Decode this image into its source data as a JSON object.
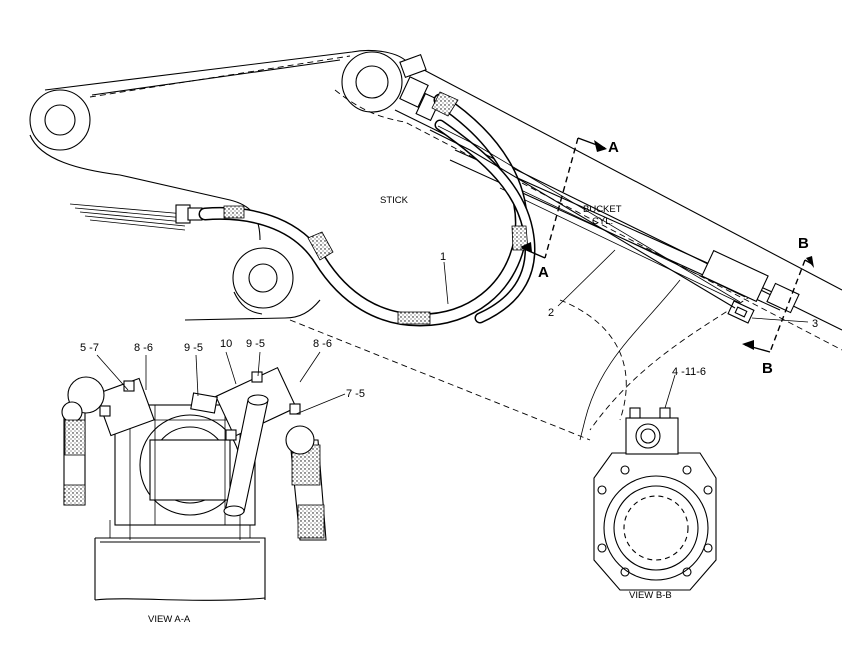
{
  "labels": {
    "stick": "STICK",
    "bucket_cyl_line1": "BUCKET",
    "bucket_cyl_line2": "CYL.",
    "section_a_top": "A",
    "section_a_bottom": "A",
    "section_b_top": "B",
    "section_b_bottom": "B",
    "callout_1": "1",
    "callout_2": "2",
    "callout_3": "3",
    "callout_5_7": "5 -7",
    "callout_8_6_left": "8 -6",
    "callout_9_5_left": "9 -5",
    "callout_10": "10",
    "callout_9_5_right": "9 -5",
    "callout_8_6_right": "8 -6",
    "callout_7_5": "7 -5",
    "callout_4_11_6": "4 -11-6",
    "view_aa": "VIEW A-A",
    "view_bb": "VIEW B-B"
  }
}
